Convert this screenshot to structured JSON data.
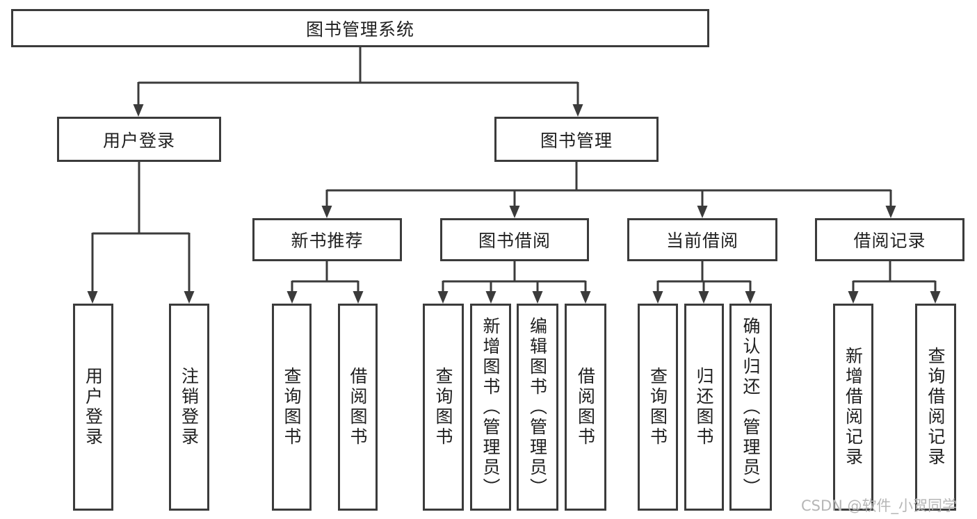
{
  "diagram": {
    "type": "tree",
    "tree": {
      "label": "图书管理系统",
      "children": [
        {
          "label": "用户登录",
          "children": [
            {
              "label": "用户登录"
            },
            {
              "label": "注销登录"
            }
          ]
        },
        {
          "label": "图书管理",
          "children": [
            {
              "label": "新书推荐",
              "children": [
                {
                  "label": "查询图书"
                },
                {
                  "label": "借阅图书"
                }
              ]
            },
            {
              "label": "图书借阅",
              "children": [
                {
                  "label": "查询图书"
                },
                {
                  "label": "新增图书（管理员）"
                },
                {
                  "label": "编辑图书（管理员）"
                },
                {
                  "label": "借阅图书"
                }
              ]
            },
            {
              "label": "当前借阅",
              "children": [
                {
                  "label": "查询图书"
                },
                {
                  "label": "归还图书"
                },
                {
                  "label": "确认归还（管理员）"
                }
              ]
            },
            {
              "label": "借阅记录",
              "children": [
                {
                  "label": "新增借阅记录"
                },
                {
                  "label": "查询借阅记录"
                }
              ]
            }
          ]
        }
      ]
    },
    "colors": {
      "line": "#3b3b3b",
      "box_border": "#3b3b3b",
      "box_fill": "#ffffff",
      "text": "#1f1f1f",
      "watermark": "#b6b6b6"
    }
  },
  "watermark": {
    "text": "CSDN @软件_小贺同学"
  }
}
